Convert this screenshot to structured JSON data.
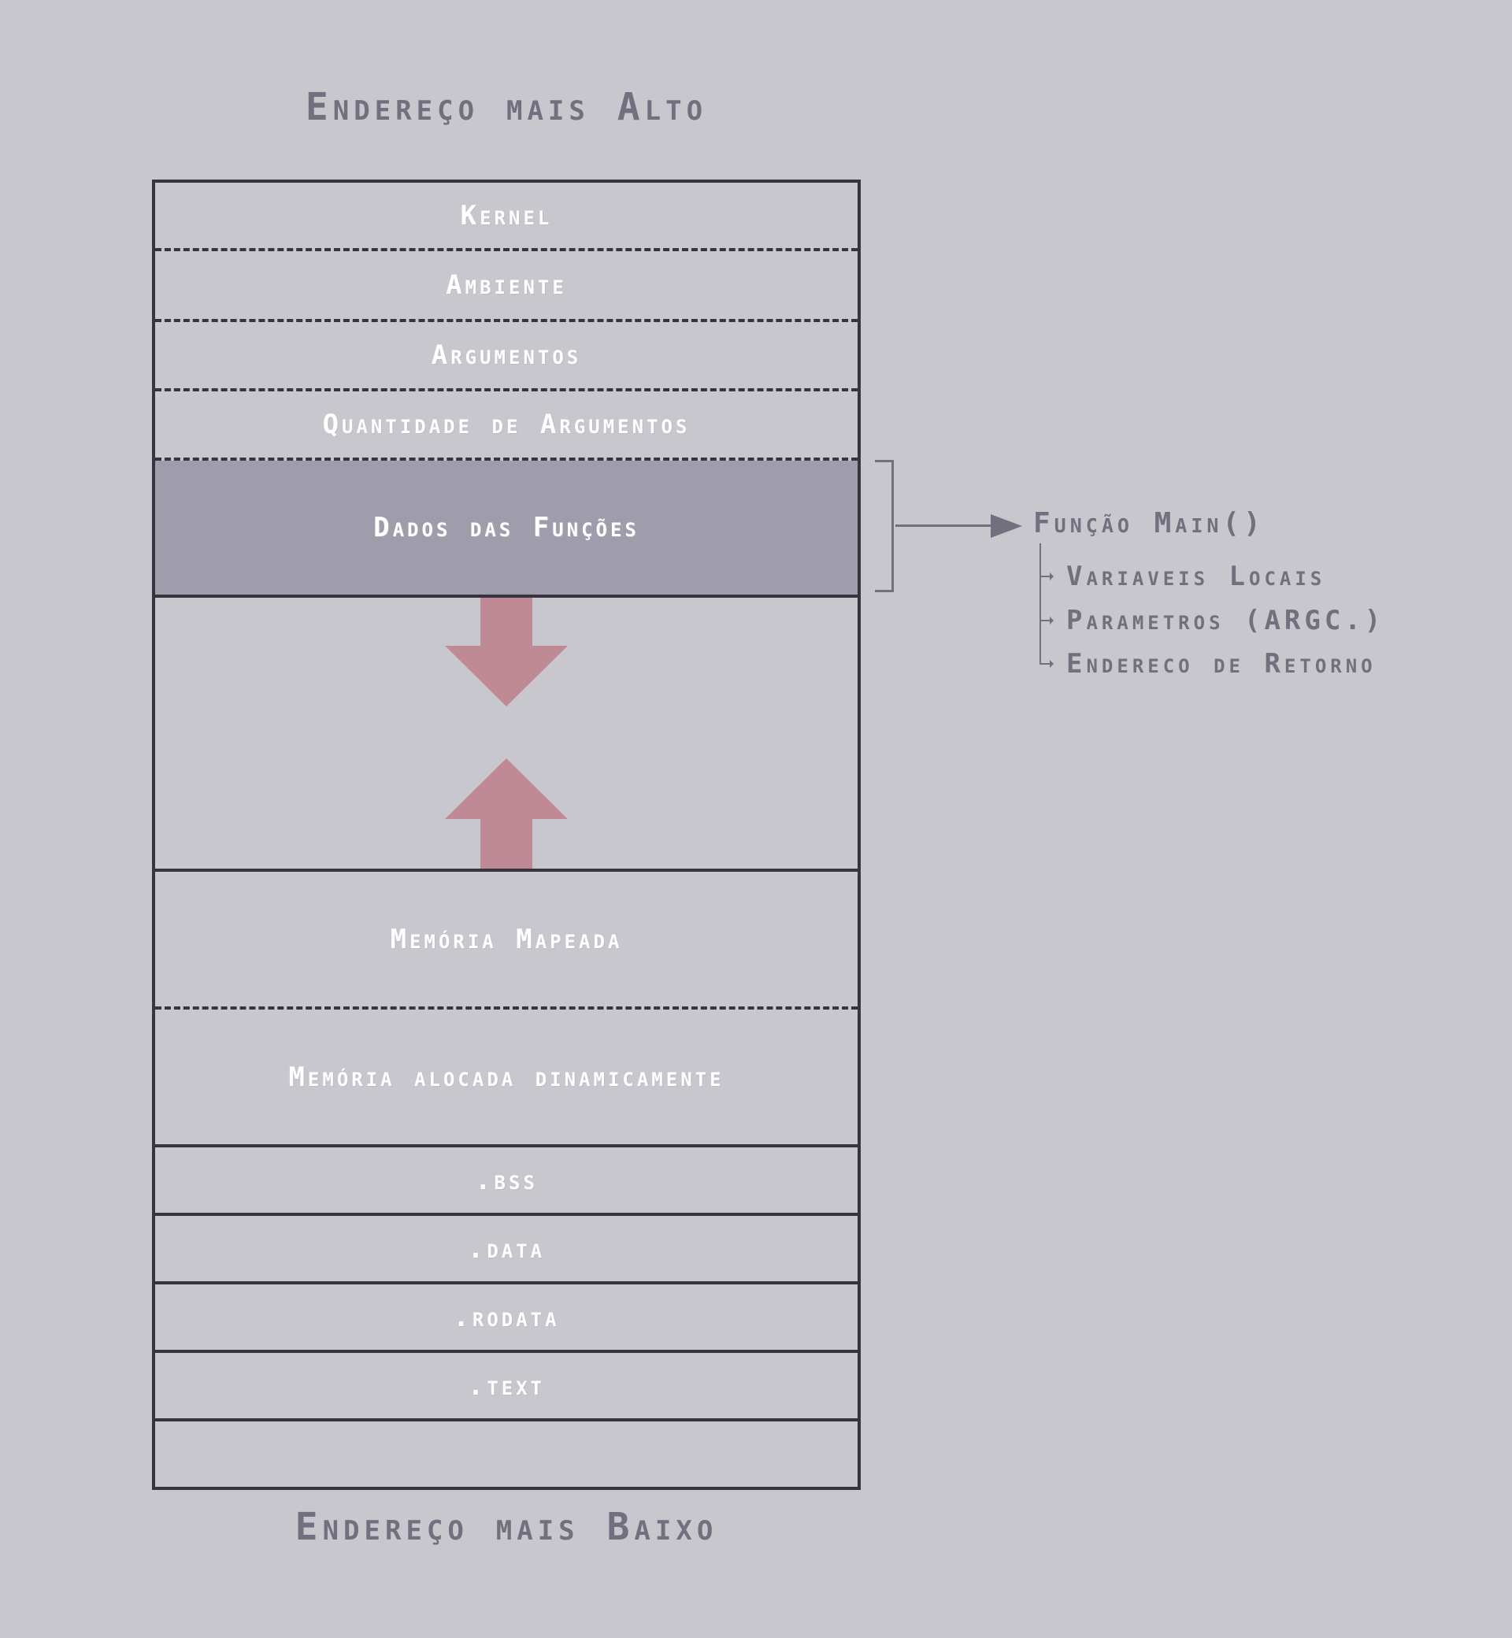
{
  "diagram": {
    "title_top": "Endereço mais Alto",
    "title_bottom": "Endereço mais Baixo",
    "colors": {
      "background": "#c8c7cd",
      "border": "#36343f",
      "highlight_fill": "#9f9dab",
      "arrow_fill": "#bf8a96",
      "annotation_text": "#72707e",
      "segment_text": "#ffffff"
    },
    "segments": [
      {
        "label": "Kernel",
        "separator": "dashed"
      },
      {
        "label": "Ambiente",
        "separator": "dashed"
      },
      {
        "label": "Argumentos",
        "separator": "dashed"
      },
      {
        "label": "Quantidade de Argumentos",
        "separator": "dashed"
      },
      {
        "label": "Dados das Funções",
        "separator": "solid",
        "highlighted": true
      },
      {
        "label": "",
        "separator": "solid",
        "growth_arrows": [
          "down",
          "up"
        ]
      },
      {
        "label": "Memória Mapeada",
        "separator": "dashed"
      },
      {
        "label": "Memória alocada dinamicamente",
        "separator": "solid"
      },
      {
        "label": ".bss",
        "separator": "solid"
      },
      {
        "label": ".data",
        "separator": "solid"
      },
      {
        "label": ".rodata",
        "separator": "solid"
      },
      {
        "label": ".text",
        "separator": "solid"
      },
      {
        "label": "",
        "separator": "none"
      }
    ],
    "annotation": {
      "title": "Função  Main()",
      "items": [
        "Variaveis  Locais",
        "Parametros  (ARGC.)",
        "Endereco de Retorno"
      ]
    }
  }
}
